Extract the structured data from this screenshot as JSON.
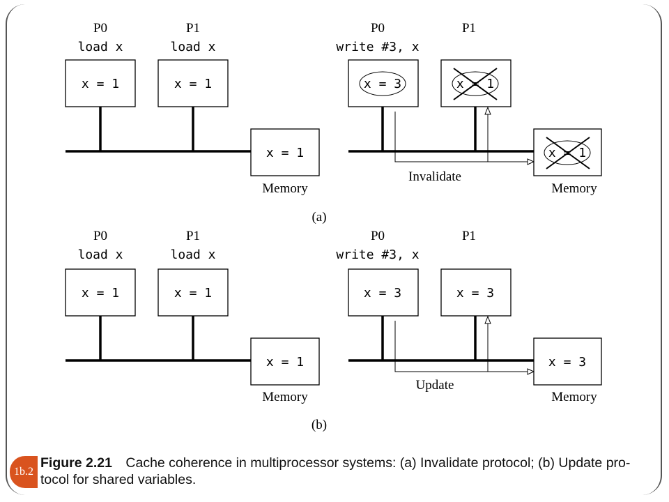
{
  "diagrams": {
    "a_left": {
      "p0_label": "P0",
      "p1_label": "P1",
      "p0_op": "load x",
      "p1_op": "load x",
      "p0_cache": "x = 1",
      "p1_cache": "x = 1",
      "memory_value": "x = 1",
      "memory_label": "Memory"
    },
    "a_right": {
      "p0_label": "P0",
      "p1_label": "P1",
      "p0_op": "write #3, x",
      "p0_cache": "x = 3",
      "p1_cache": "x = 1",
      "memory_value": "x = 1",
      "memory_label": "Memory",
      "bus_action": "Invalidate"
    },
    "a_tag": "(a)",
    "b_left": {
      "p0_label": "P0",
      "p1_label": "P1",
      "p0_op": "load x",
      "p1_op": "load x",
      "p0_cache": "x = 1",
      "p1_cache": "x = 1",
      "memory_value": "x = 1",
      "memory_label": "Memory"
    },
    "b_right": {
      "p0_label": "P0",
      "p1_label": "P1",
      "p0_op": "write #3, x",
      "p0_cache": "x = 3",
      "p1_cache": "x = 3",
      "memory_value": "x = 3",
      "memory_label": "Memory",
      "bus_action": "Update"
    },
    "b_tag": "(b)"
  },
  "caption": {
    "figure_label": "Figure 2.21",
    "text": "Cache coherence in multiprocessor systems: (a) Invalidate protocol; (b) Update pro-tocol for shared variables."
  },
  "slide_number": "1b.2",
  "colors": {
    "badge": "#d9531e",
    "ink": "#000000"
  }
}
